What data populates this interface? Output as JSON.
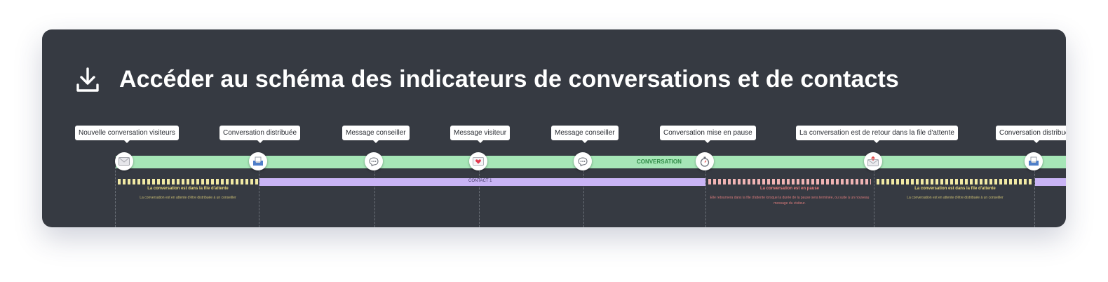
{
  "header": {
    "title": "Accéder au schéma des indicateurs de conversations et de contacts",
    "icon": "download-icon"
  },
  "timeline": {
    "track_label": "CONVERSATION",
    "track_color": "#a6e6b7",
    "contact_label": "CONTACT 1",
    "contact_color": "#c9b4f5",
    "events": [
      {
        "label": "Nouvelle conversation visiteurs",
        "icon": "envelope-icon"
      },
      {
        "label": "Conversation distribuée",
        "icon": "inbox-tray-icon"
      },
      {
        "label": "Message conseiller",
        "icon": "speech-bubble-icon"
      },
      {
        "label": "Message visiteur",
        "icon": "heart-letter-icon"
      },
      {
        "label": "Message conseiller",
        "icon": "speech-bubble-icon"
      },
      {
        "label": "Conversation mise en pause",
        "icon": "stopwatch-icon"
      },
      {
        "label": "La conversation est de retour dans la file d'attente",
        "icon": "letter-arrow-icon"
      },
      {
        "label": "Conversation distribuée",
        "icon": "inbox-tray-icon"
      }
    ],
    "segments": [
      {
        "title": "La conversation est dans la file d'attente",
        "description": "La conversation est en attente d'être distribuée à un conseiller",
        "color": "#f1e9a4"
      },
      {
        "title": "La conversation est en pause",
        "description": "Elle retournera dans la file d'attente lorsque la durée de la pause sera terminée, ou suite à un nouveau message du visiteur.",
        "color": "#f0b4b4"
      },
      {
        "title": "La conversation est dans la file d'attente",
        "description": "La conversation est en attente d'être distribuée à un conseiller",
        "color": "#f1e9a4"
      }
    ]
  }
}
